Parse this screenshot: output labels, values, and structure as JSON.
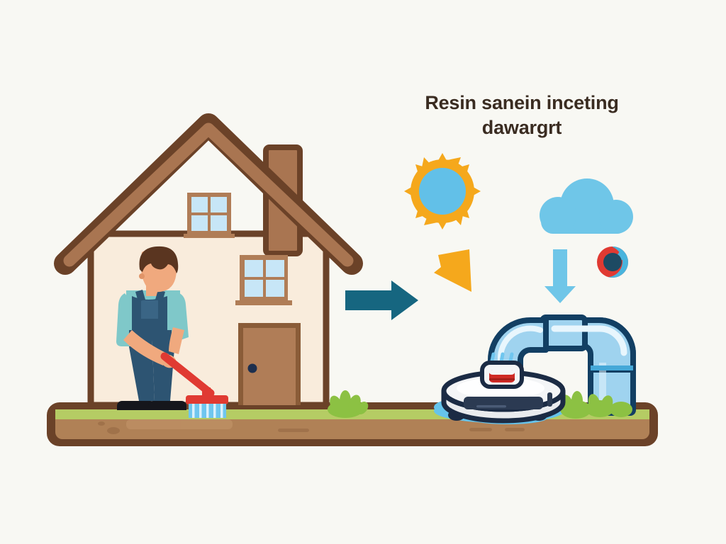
{
  "illustration": {
    "background_color": "#f8f8f3",
    "headline": {
      "line1": "Resin sanein inceting",
      "line2": "dawargrt",
      "color": "#3a2c21"
    },
    "palette": {
      "roof_outline": "#6b4228",
      "roof_fill": "#a97551",
      "wall_fill": "#f9ecdc",
      "wall_outline": "#6b4228",
      "chimney_fill": "#a97551",
      "window_frame": "#b07d57",
      "window_glass": "#c7e6f7",
      "door_fill": "#b07d57",
      "door_outline": "#8a5c38",
      "door_knob": "#1d2f4e",
      "ground_border": "#6b4228",
      "ground_soil": "#b08156",
      "ground_grass": "#b5cc64",
      "skin": "#f0a97e",
      "hair": "#5a3520",
      "shirt": "#7fc8c9",
      "overalls": "#2d5472",
      "shoes": "#15161c",
      "broom_handle": "#e03a32",
      "broom_bristles": "#6fc6ef",
      "bush_green": "#8cc143",
      "arrow_teal": "#166680",
      "sun_rays": "#f5a81c",
      "sun_center": "#62c0e8",
      "cloud": "#6fc6e8",
      "bolt_amber": "#f5a81c",
      "badge_red": "#e03a32",
      "badge_blue": "#49b4dd",
      "badge_center": "#1d4a63",
      "pipe_outline": "#123f63",
      "pipe_fill": "#9fd3ef",
      "pipe_highlight": "#e8f6fd",
      "robot_body": "#f4f5f7",
      "robot_outline": "#1b2b44",
      "robot_panel": "#2b3a52",
      "robot_indicator": "#cf2b26",
      "water": "#66c4ec"
    },
    "elements": {
      "house_label": "house",
      "worker_label": "cleaning worker with broom",
      "arrow_label": "transition arrow",
      "sun_label": "sun",
      "cloud_label": "cloud",
      "rain_arrow_label": "downward arrow",
      "badge_label": "circular status badge",
      "bolt_label": "amber angular marker",
      "robot_label": "robot vacuum cleaner",
      "pipe_label": "water pipe",
      "puddle_label": "water puddle",
      "bush_label": "bush"
    }
  }
}
